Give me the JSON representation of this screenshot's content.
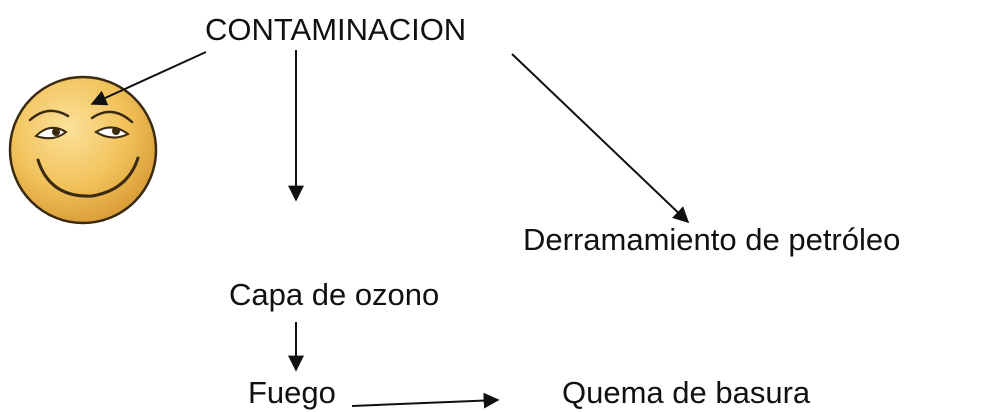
{
  "diagram": {
    "nodes": {
      "root": "CONTAMINACION",
      "ozone": "Capa de ozono",
      "oil_spill": "Derramamiento de petróleo",
      "fire": "Fuego",
      "trash_burning": "Quema de basura"
    },
    "edges": [
      {
        "from": "root",
        "to": "smiley"
      },
      {
        "from": "root",
        "to": "ozone"
      },
      {
        "from": "root",
        "to": "oil_spill"
      },
      {
        "from": "ozone",
        "to": "fire"
      },
      {
        "from": "fire",
        "to": "trash_burning"
      }
    ],
    "icon": "smiley-face-icon",
    "colors": {
      "text": "#111111",
      "line": "#111111",
      "face_fill": "#f2c35c",
      "face_outline": "#3a2a10"
    }
  }
}
